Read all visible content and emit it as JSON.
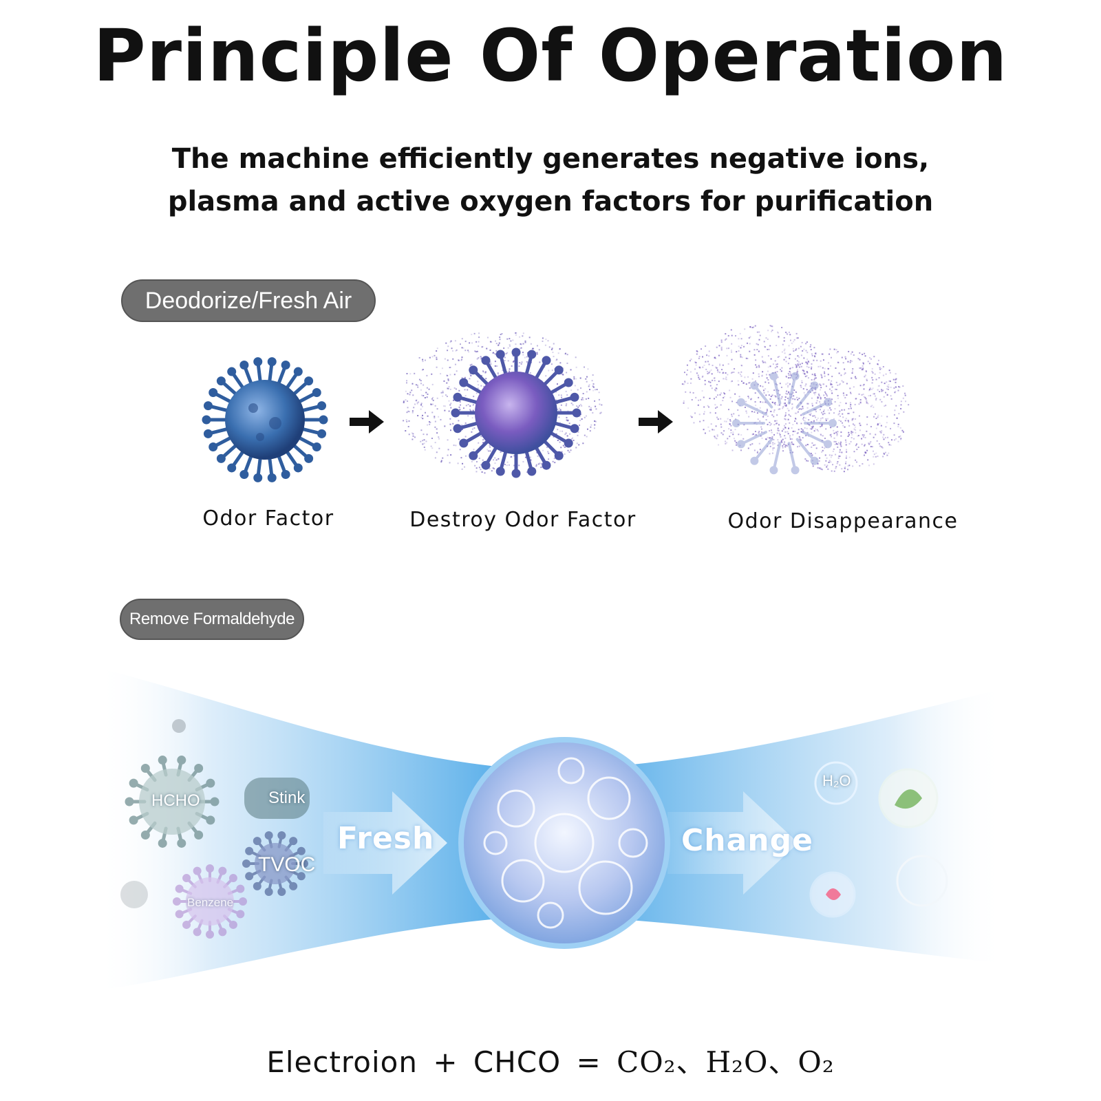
{
  "title": "Principle Of Operation",
  "subtitle": {
    "line1": "The machine efficiently generates negative ions,",
    "line2": "plasma and active oxygen factors for purification"
  },
  "section1": {
    "pill": "Deodorize/Fresh Air",
    "steps": [
      {
        "label": "Odor Factor",
        "icon": "virus-icon"
      },
      {
        "label": "Destroy Odor Factor",
        "icon": "dissolving-virus-icon"
      },
      {
        "label": "Odor Disappearance",
        "icon": "dispersed-particles-icon"
      }
    ]
  },
  "section2": {
    "pill": "Remove Formaldehyde",
    "pollutants": [
      "HCHO",
      "Stink",
      "TVOC",
      "Benzene"
    ],
    "flow_left": "Fresh",
    "flow_right": "Change",
    "output_badge": "H₂O",
    "equation": {
      "left": "Electroion",
      "plus": "+",
      "reactant": "CHCO",
      "equals": "=",
      "products": "CO₂、H₂O、O₂"
    }
  },
  "colors": {
    "pill_bg": "#6f6f6f",
    "virus_blue": "#3a6fb0",
    "virus_purple": "#7a5cc0",
    "flow_blue": "#4aa8e8"
  }
}
